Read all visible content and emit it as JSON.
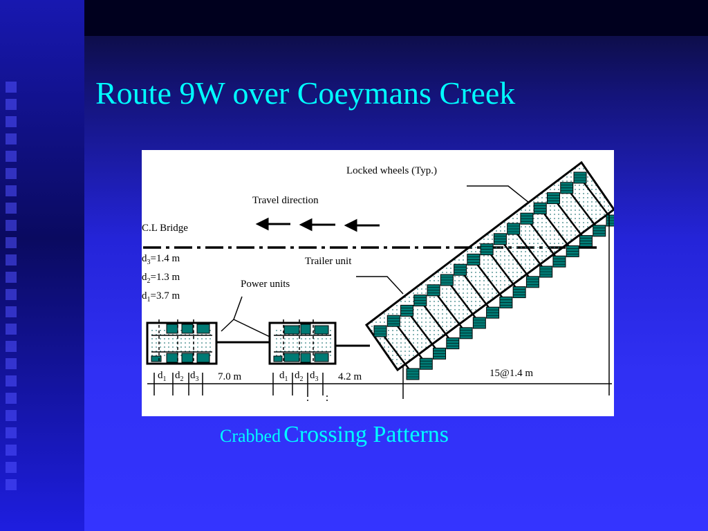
{
  "slide": {
    "title": "Route 9W over Coeymans Creek",
    "caption_small": "Crabbed",
    "caption_large": "Crossing Patterns"
  },
  "diagram": {
    "labels": {
      "locked_wheels": "Locked wheels (Typ.)",
      "travel_direction": "Travel direction",
      "cl_bridge": "C.L Bridge",
      "trailer_unit": "Trailer unit",
      "power_units": "Power units"
    },
    "spacings": [
      {
        "sym": "d",
        "sub": "3",
        "value": "=1.4 m"
      },
      {
        "sym": "d",
        "sub": "2",
        "value": "=1.3 m"
      },
      {
        "sym": "d",
        "sub": "1",
        "value": "=3.7 m"
      }
    ],
    "dimensions": {
      "d1": "d",
      "d1_sub": "1",
      "d2": "d",
      "d2_sub": "2",
      "d3": "d",
      "d3_sub": "3",
      "gap_between_power_units": "7.0 m",
      "gap_to_trailer": "4.2 m",
      "trailer_axles": "15@1.4 m"
    },
    "colors": {
      "wheel": "#007a74",
      "frame": "#000000",
      "dots": "#2a7a7a",
      "centerline": "#000000"
    }
  }
}
